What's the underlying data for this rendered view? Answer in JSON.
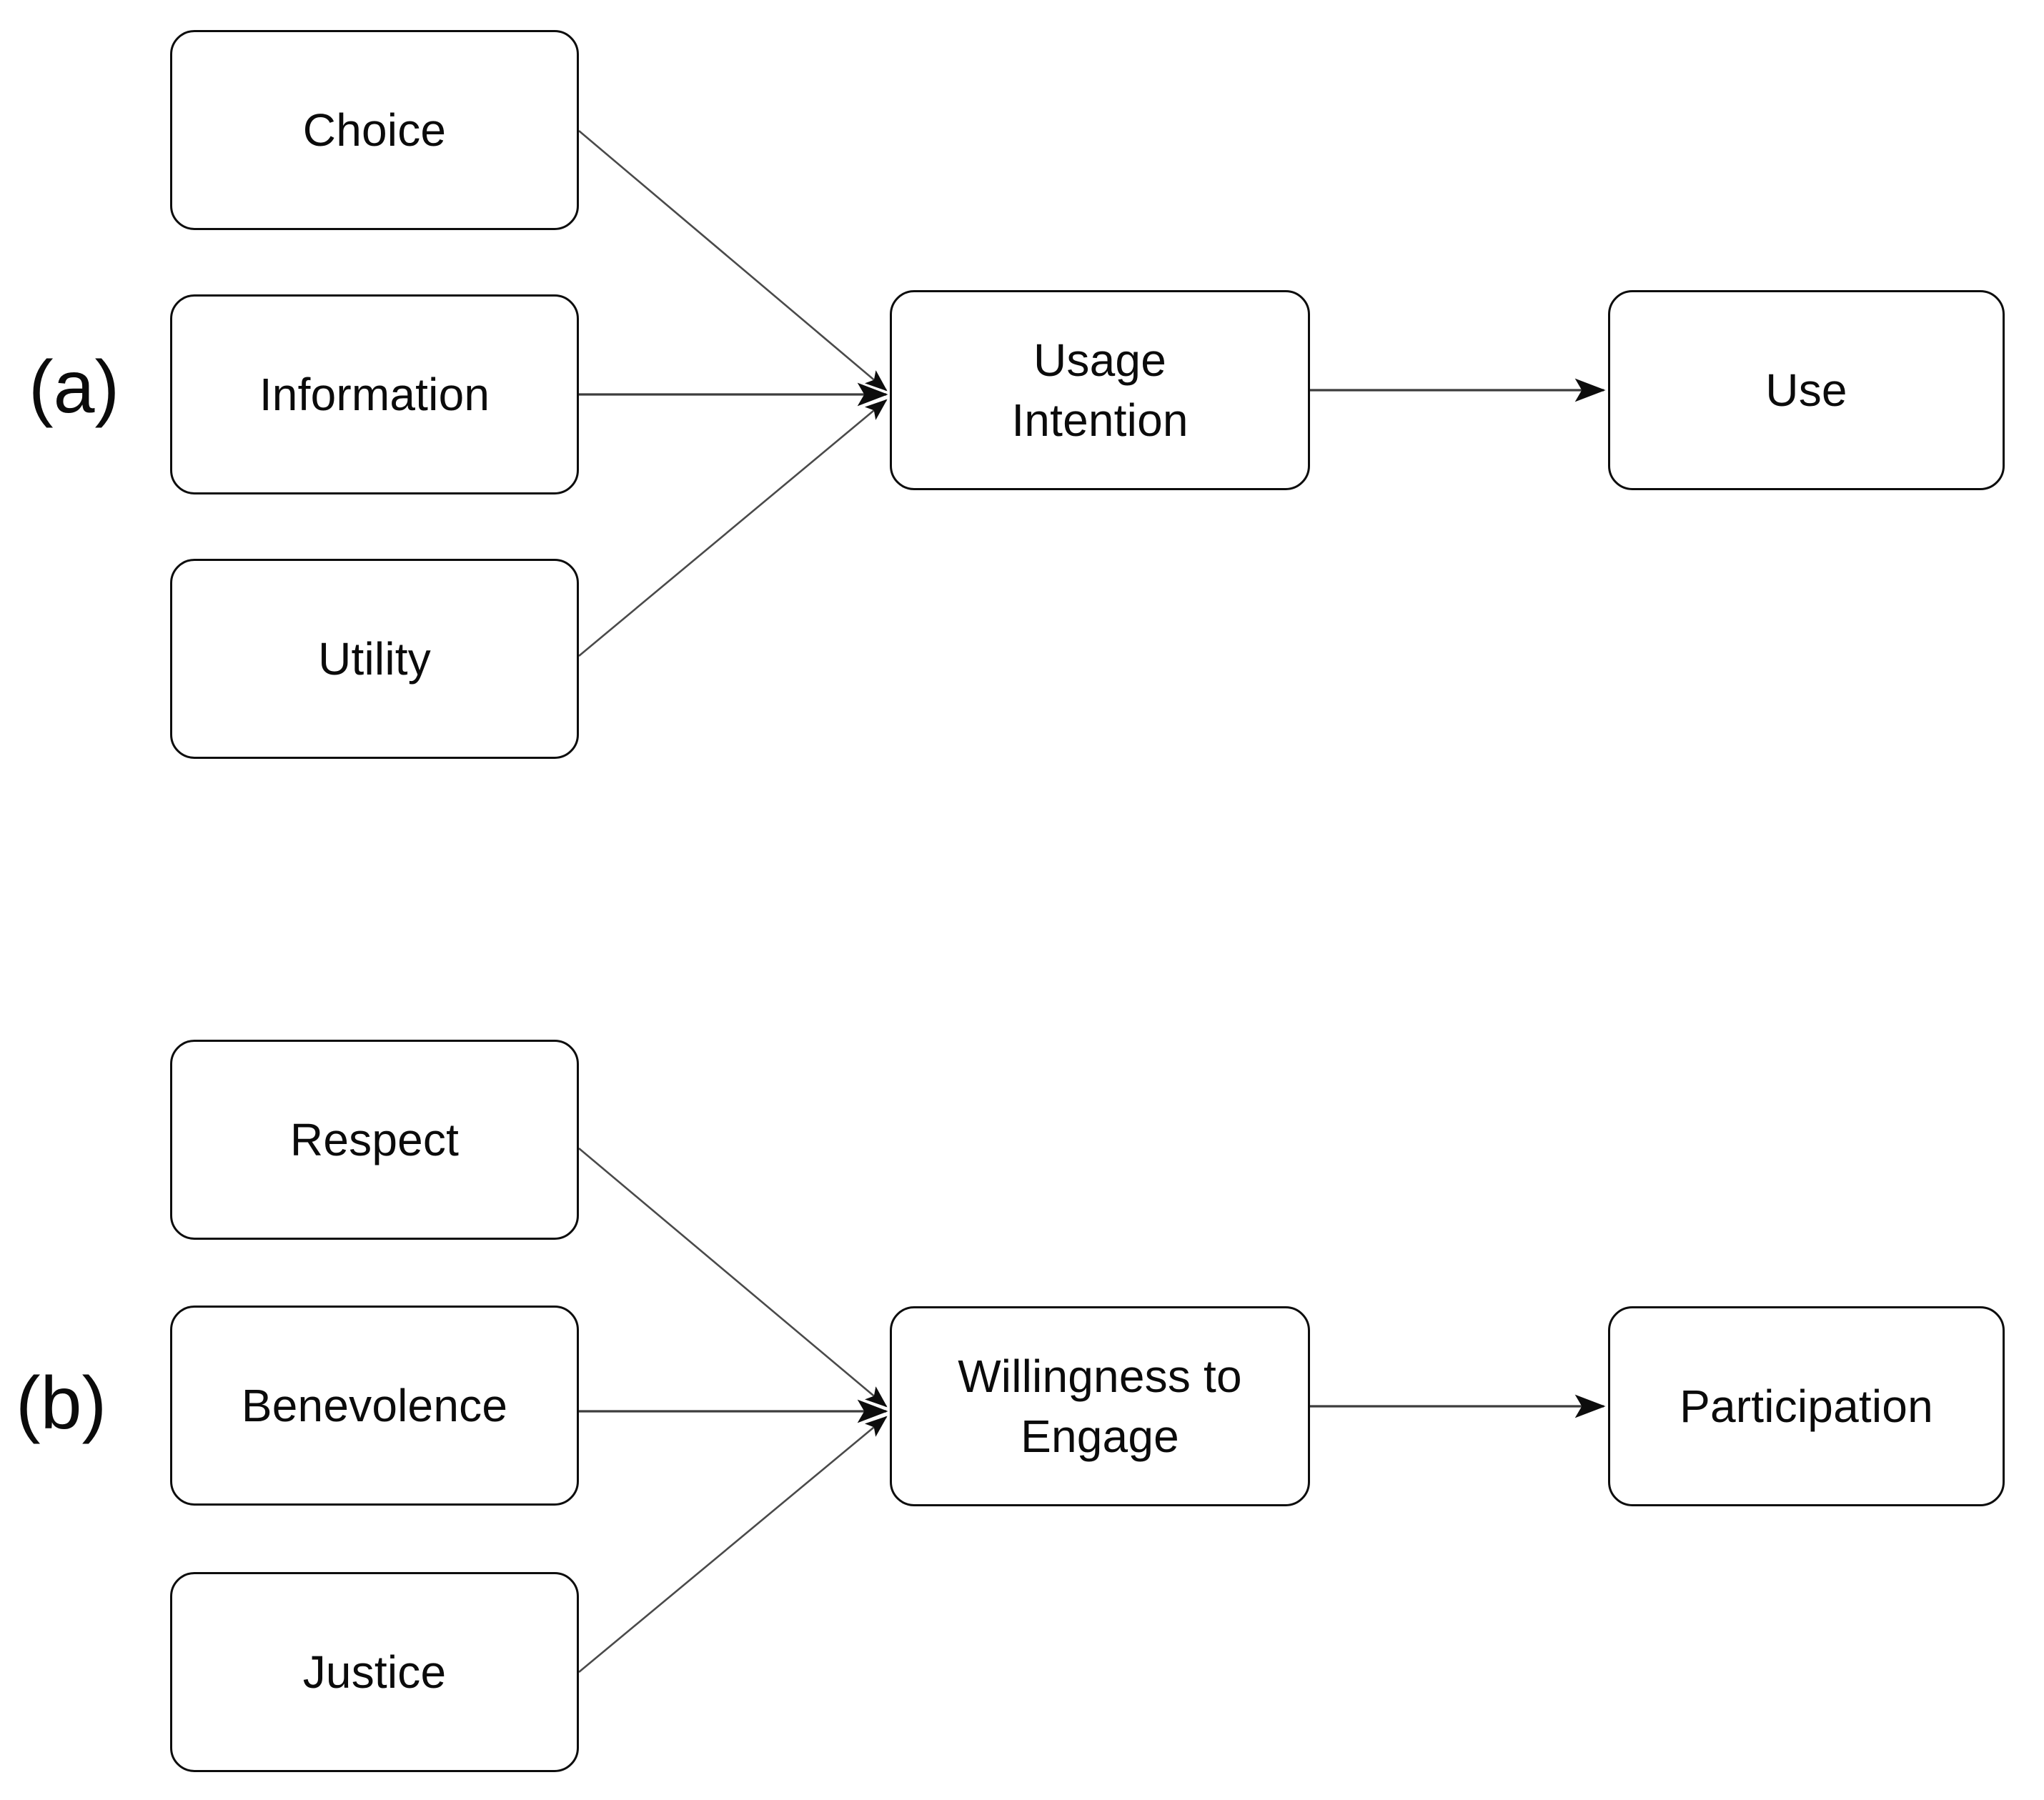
{
  "figure": {
    "title": "Conceptual model diagrams (a) and (b)",
    "background_color": "#ffffff",
    "box_border_color": "#0d0d0d",
    "text_color": "#0b0b0b",
    "edge_color": "#3d3d3d"
  },
  "panels": [
    {
      "letter": "(a)",
      "antecedent_nodes": [
        {
          "label": "Choice"
        },
        {
          "label": "Information"
        },
        {
          "label": "Utility"
        }
      ],
      "mediator_node": {
        "label": "Usage\nIntention"
      },
      "outcome_node": {
        "label": "Use"
      },
      "edges": [
        {
          "from": "Choice",
          "to": "Usage Intention"
        },
        {
          "from": "Information",
          "to": "Usage Intention"
        },
        {
          "from": "Utility",
          "to": "Usage Intention"
        },
        {
          "from": "Usage Intention",
          "to": "Use"
        }
      ]
    },
    {
      "letter": "(b)",
      "antecedent_nodes": [
        {
          "label": "Respect"
        },
        {
          "label": "Benevolence"
        },
        {
          "label": "Justice"
        }
      ],
      "mediator_node": {
        "label": "Willingness to\nEngage"
      },
      "outcome_node": {
        "label": "Participation"
      },
      "edges": [
        {
          "from": "Respect",
          "to": "Willingness to Engage"
        },
        {
          "from": "Benevolence",
          "to": "Willingness to Engage"
        },
        {
          "from": "Justice",
          "to": "Willingness to Engage"
        },
        {
          "from": "Willingness to Engage",
          "to": "Participation"
        }
      ]
    }
  ]
}
